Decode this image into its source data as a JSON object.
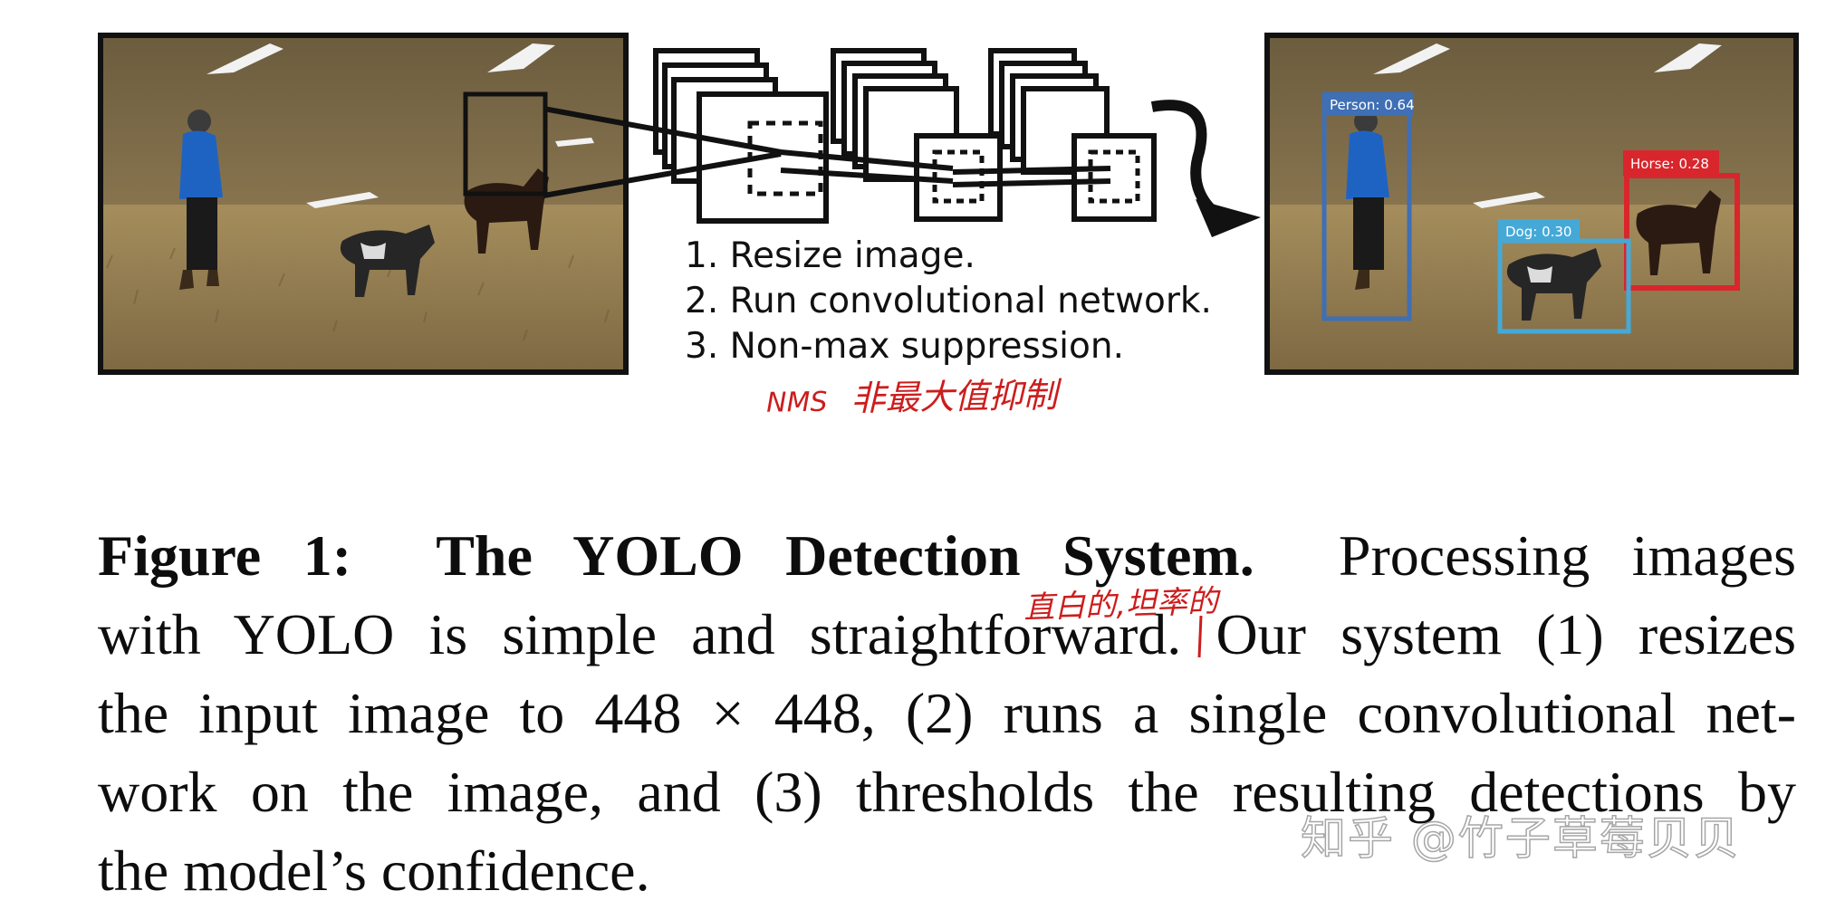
{
  "figure": {
    "steps": [
      "1. Resize image.",
      "2. Run convolutional network.",
      "3. Non-max suppression."
    ],
    "detections": [
      {
        "label": "Person: 0.64",
        "color": "#3f6fb4"
      },
      {
        "label": "Horse: 0.28",
        "color": "#d9262c"
      },
      {
        "label": "Dog: 0.30",
        "color": "#45a9d8"
      }
    ]
  },
  "annotations": {
    "nms_abbr": "NMS",
    "nms_chinese": "非最大值抑制",
    "straightforward_gloss": "直白的,坦率的"
  },
  "caption": {
    "label": "Figure 1:",
    "title": "The YOLO Detection System.",
    "line1_rest": "Processing images",
    "line2": "with YOLO is simple and straightforward. Our system (1) resizes",
    "line3": "the input image to 448 × 448, (2) runs a single convolutional net-",
    "line4": "work on the image, and (3) thresholds the resulting detections by",
    "line5": "the model’s confidence."
  },
  "watermark": "知乎 @竹子草莓贝贝",
  "colors": {
    "annotation_red": "#cc1d1d",
    "person_box": "#3f6fb4",
    "horse_box": "#d9262c",
    "dog_box": "#45a9d8"
  }
}
